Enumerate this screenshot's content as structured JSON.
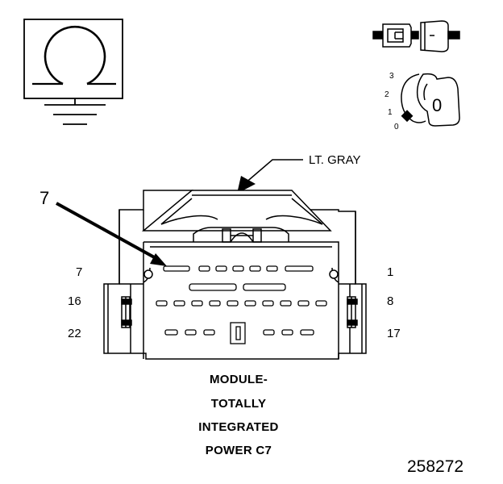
{
  "diagram": {
    "color_label": "LT. GRAY",
    "pointer_label": "7",
    "pin_labels": {
      "top_left": "7",
      "top_right": "1",
      "mid_left": "16",
      "mid_right": "8",
      "bottom_left": "22",
      "bottom_right": "17"
    },
    "key_icon": {
      "positions": [
        "3",
        "2",
        "1",
        "0"
      ],
      "key_letter": "0"
    },
    "caption": [
      "MODULE-",
      "TOTALLY",
      "INTEGRATED",
      "POWER C7"
    ],
    "figure_id": "258272"
  },
  "colors": {
    "ink": "#000000",
    "paper": "#ffffff"
  },
  "icons": [
    "ground-symbol-icon",
    "connector-plug-icon",
    "ignition-key-icon"
  ]
}
